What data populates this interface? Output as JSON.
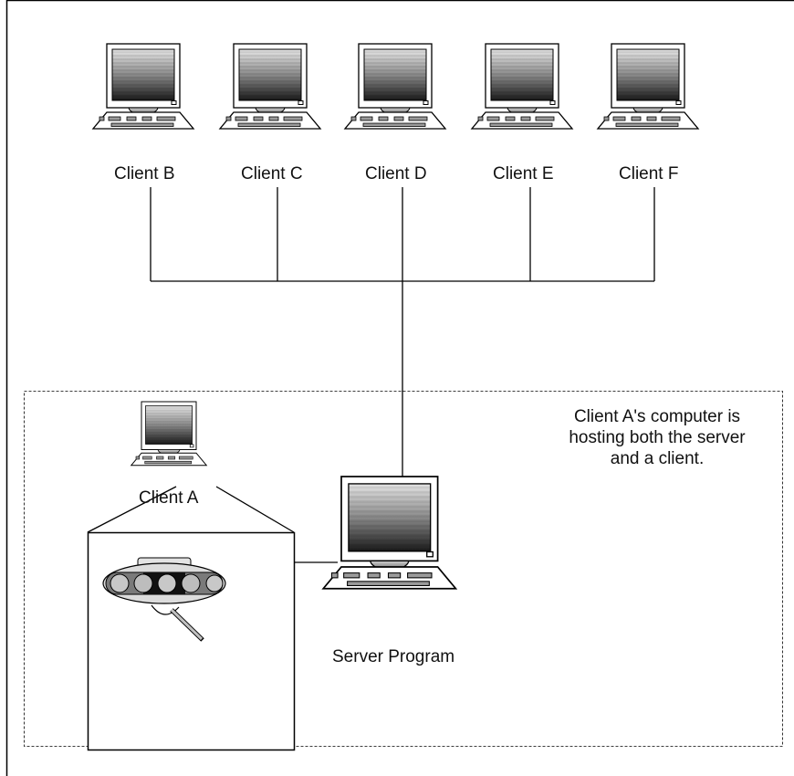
{
  "clients": [
    {
      "id": "B",
      "label": "Client B"
    },
    {
      "id": "C",
      "label": "Client C"
    },
    {
      "id": "D",
      "label": "Client D"
    },
    {
      "id": "E",
      "label": "Client E"
    },
    {
      "id": "F",
      "label": "Client F"
    }
  ],
  "host": {
    "client_label": "Client A",
    "server_label": "Server Program",
    "note_lines": [
      "Client A's computer is",
      "hosting both the server",
      "and a client."
    ]
  },
  "icons": {
    "computer": "computer-icon",
    "app": "communicator-device-icon"
  }
}
